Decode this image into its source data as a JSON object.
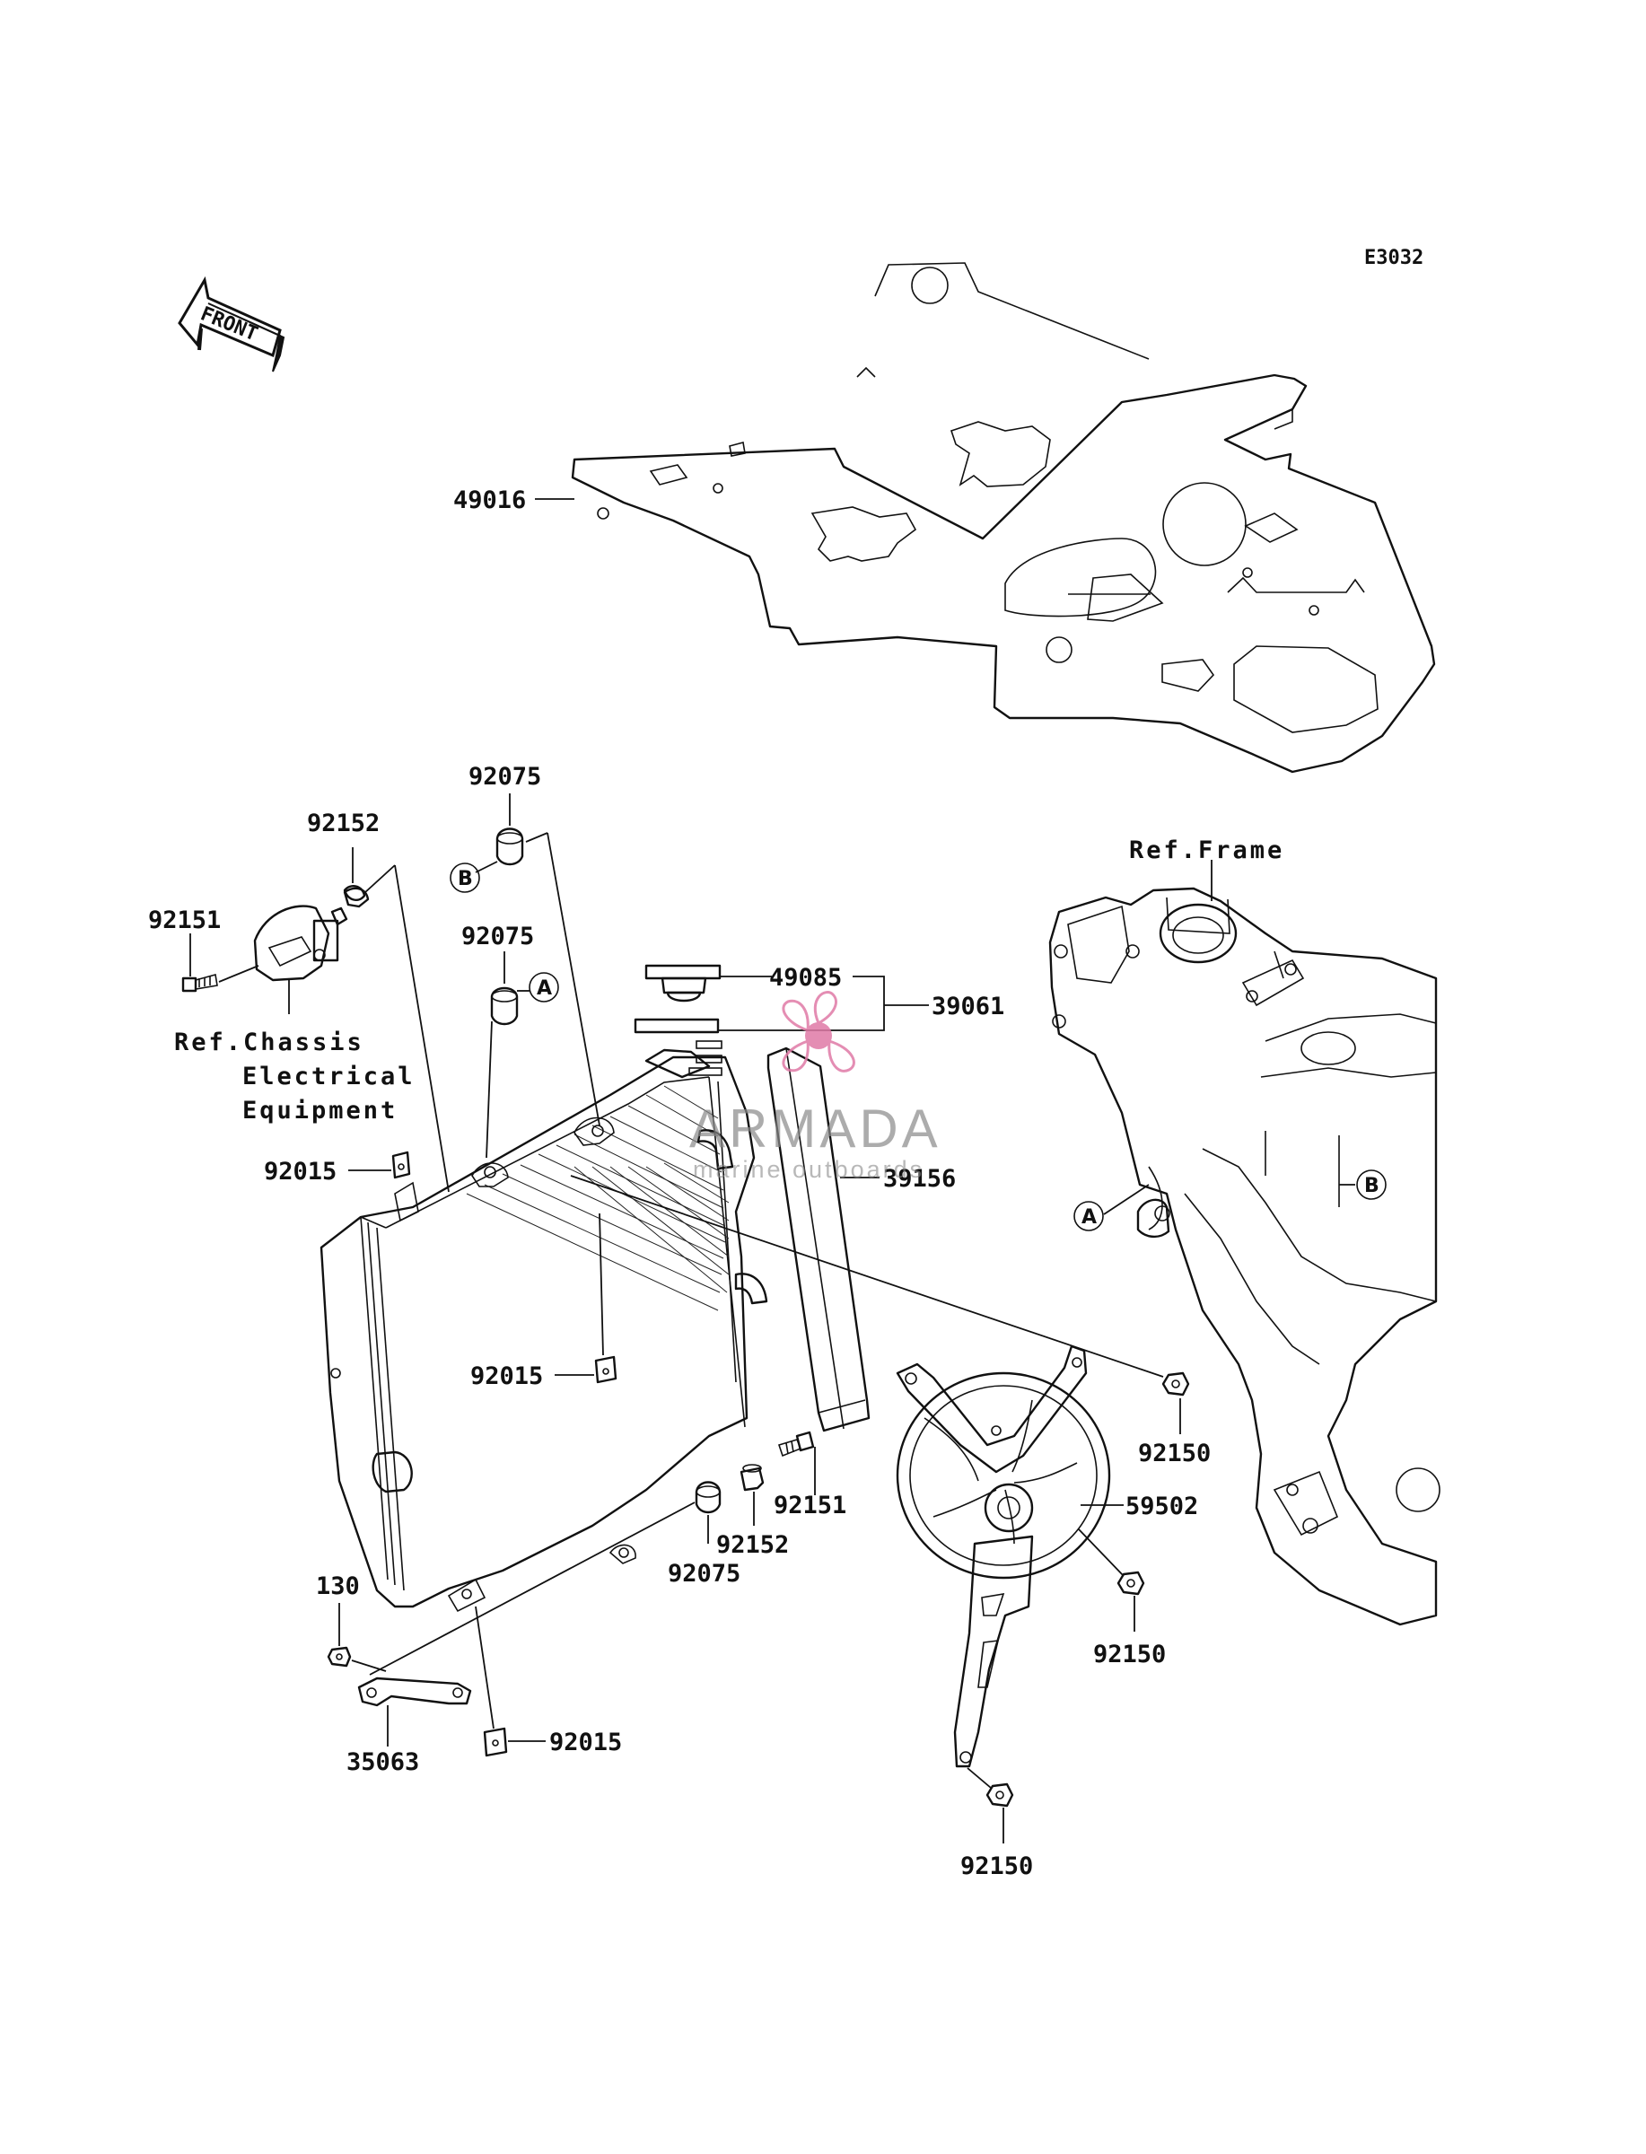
{
  "diagram_code": "E3032",
  "front_arrow_label": "FRONT",
  "watermark": {
    "brand": "ARMADA",
    "tagline": "marine outboards",
    "color": "#e07aa6"
  },
  "references": {
    "frame": "Ref.Frame",
    "chassis_line1": "Ref.Chassis",
    "chassis_line2": "Electrical",
    "chassis_line3": "Equipment"
  },
  "callout_letters": {
    "a": "A",
    "b": "B"
  },
  "parts": {
    "p49016": "49016",
    "p92075_top": "92075",
    "p92152_top": "92152",
    "p92151_left": "92151",
    "p92075_mid": "92075",
    "p49085": "49085",
    "p39061": "39061",
    "p39156": "39156",
    "p92015_upper": "92015",
    "p92015_center": "92015",
    "p92015_bottom": "92015",
    "p92150_right": "92150",
    "p92151_right": "92151",
    "p59502": "59502",
    "p92152_bottom": "92152",
    "p92075_bottom": "92075",
    "p92150_mid": "92150",
    "p130": "130",
    "p35063": "35063",
    "p92150_bottom": "92150"
  }
}
